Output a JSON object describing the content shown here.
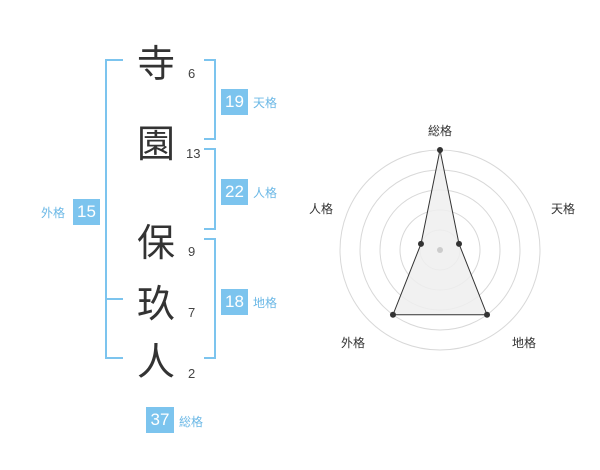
{
  "name": {
    "chars": [
      {
        "char": "寺",
        "strokes": "6"
      },
      {
        "char": "園",
        "strokes": "13"
      },
      {
        "char": "保",
        "strokes": "9"
      },
      {
        "char": "玖",
        "strokes": "7"
      },
      {
        "char": "人",
        "strokes": "2"
      }
    ]
  },
  "kaku": {
    "tenkaku": {
      "value": "19",
      "label": "天格"
    },
    "jinkaku": {
      "value": "22",
      "label": "人格"
    },
    "chikaku": {
      "value": "18",
      "label": "地格"
    },
    "gaikaku": {
      "value": "15",
      "label": "外格"
    },
    "soukaku": {
      "value": "37",
      "label": "総格"
    }
  },
  "colors": {
    "accent": "#7cc4ee",
    "label": "#6bb8e6",
    "text": "#333333",
    "radar_fill": "#eeeeee",
    "radar_line": "#333333",
    "grid": "#d8d8d8"
  },
  "chart_data": {
    "type": "radar",
    "axes": [
      "総格",
      "天格",
      "地格",
      "外格",
      "人格"
    ],
    "values": [
      5,
      1,
      4,
      4,
      1
    ],
    "max": 5,
    "rings": 5,
    "grid": true
  }
}
